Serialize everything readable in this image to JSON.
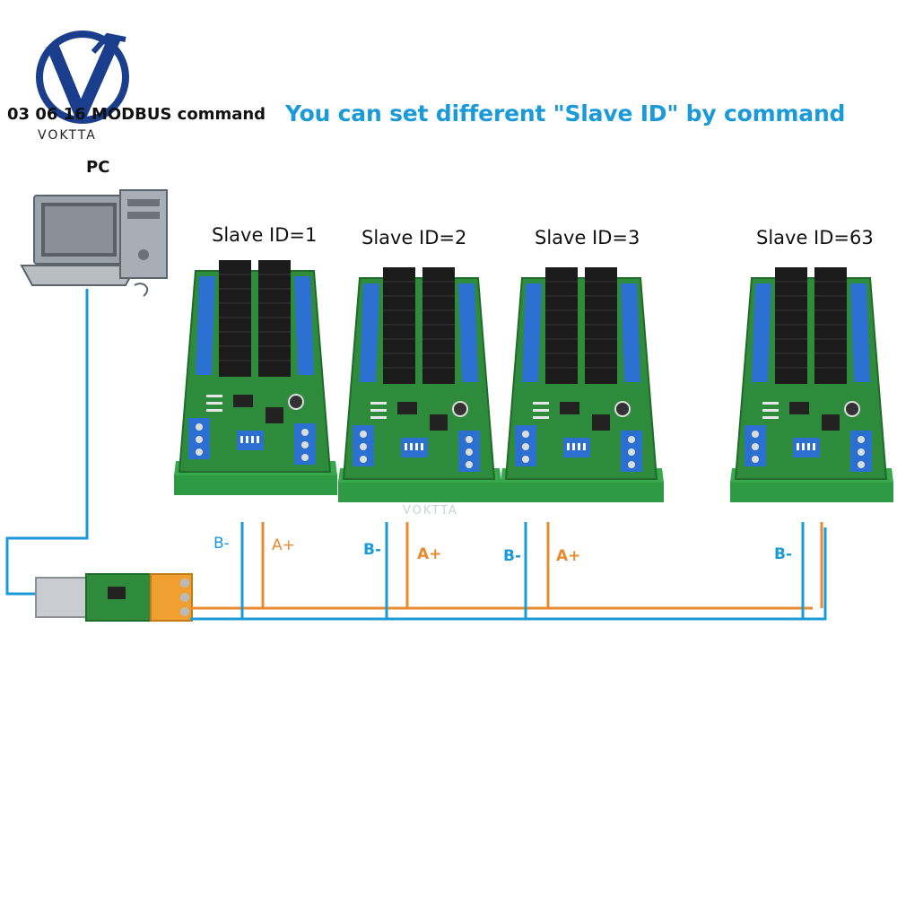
{
  "brand": {
    "name": "VOKTTA"
  },
  "header": {
    "command_text": "03 06 16 MODBUS command",
    "headline": "You can set different \"Slave ID\" by command"
  },
  "pc": {
    "label": "PC"
  },
  "slaves": [
    {
      "label": "Slave ID=1"
    },
    {
      "label": "Slave ID=2"
    },
    {
      "label": "Slave ID=3"
    },
    {
      "label": "Slave ID=63"
    }
  ],
  "wires": {
    "b_label": "B-",
    "a_label": "A+",
    "b_color": "#1a9ad6",
    "a_color": "#e88a2e"
  },
  "watermark": {
    "text": "VOKTTA"
  },
  "colors": {
    "headline": "#1a9ad6",
    "board_green": "#2f8b3c",
    "relay_black": "#1b1b1b",
    "terminal_blue": "#2b6fd1"
  }
}
